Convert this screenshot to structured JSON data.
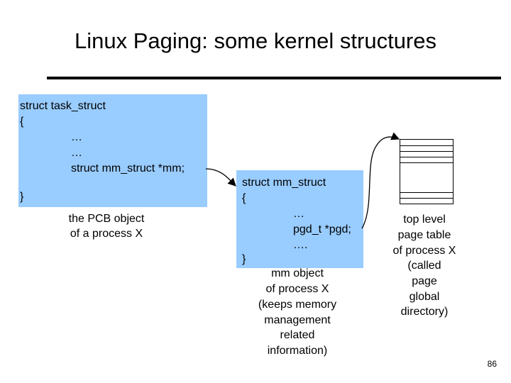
{
  "slide": {
    "title": "Linux Paging: some kernel structures",
    "number": "86"
  },
  "task_struct": {
    "lines": [
      "struct task_struct",
      "{",
      "…",
      "…",
      "struct mm_struct *mm;",
      "}"
    ],
    "caption": [
      "the PCB object",
      "of a process X"
    ]
  },
  "mm_struct": {
    "lines": [
      "struct mm_struct",
      "{",
      "…",
      "pgd_t *pgd;",
      "….",
      "}"
    ],
    "caption": [
      "mm object",
      "of process X",
      "(keeps memory",
      "management",
      "related",
      "information)"
    ]
  },
  "page_table": {
    "caption": [
      "top level",
      "page table",
      "of process X",
      "(called",
      "page",
      "global",
      "directory)"
    ]
  },
  "colors": {
    "box_fill": "#99ccff",
    "line": "#000000"
  }
}
